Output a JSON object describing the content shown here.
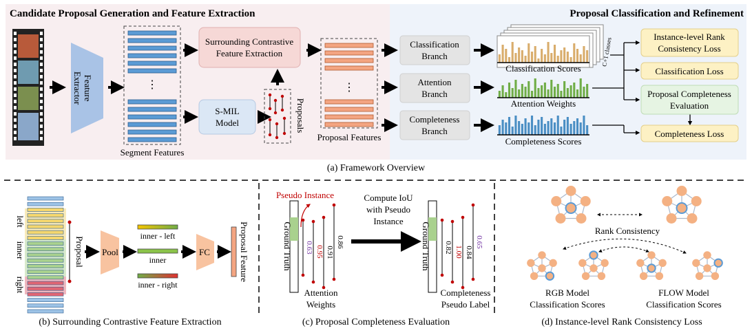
{
  "top": {
    "left_title": "Candidate Proposal Generation and Feature Extraction",
    "right_title": "Proposal Classification and Refinement",
    "feature_extractor": [
      "Feature",
      "Extractor"
    ],
    "segment_features": "Segment Features",
    "surrounding_box": [
      "Surrounding Contrastive",
      "Feature Extraction"
    ],
    "smil_box": [
      "S-MIL",
      "Model"
    ],
    "proposals": "Proposals",
    "proposal_features": "Proposal Features",
    "classification_branch": [
      "Classification",
      "Branch"
    ],
    "attention_branch": [
      "Attention",
      "Branch"
    ],
    "completeness_branch": [
      "Completeness",
      "Branch"
    ],
    "classification_scores": "Classification Scores",
    "attention_weights": "Attention Weights",
    "completeness_scores": "Completeness Scores",
    "classes_label": "C+1 classes",
    "loss_rank": [
      "Instance-level Rank",
      "Consistency Loss"
    ],
    "loss_cls": "Classification Loss",
    "pce_box": [
      "Proposal Completeness",
      "Evaluation"
    ],
    "loss_comp": "Completeness Loss",
    "caption": "(a) Framework Overview"
  },
  "panel_b": {
    "left": "left",
    "inner": "inner",
    "right": "right",
    "proposal": "Proposal",
    "pool": "Pool",
    "fc": "FC",
    "inner_left": "inner - left",
    "inner_only": "inner",
    "inner_right": "inner - right",
    "proposal_feature": "Proposal Feature",
    "caption": "(b) Surrounding Contrastive Feature Extraction"
  },
  "panel_c": {
    "pseudo_instance": "Pseudo Instance",
    "ground_truth": "Ground Truth",
    "left_values": [
      "0.63",
      "0.95",
      "0.91",
      "0.86"
    ],
    "right_values": [
      "0.82",
      "1.00",
      "0.84",
      "0.65"
    ],
    "compute": [
      "Compute IoU",
      "with Pseudo",
      "Instance"
    ],
    "attention_weights": [
      "Attention",
      "Weights"
    ],
    "completeness_label": [
      "Completeness",
      "Pseudo Label"
    ],
    "caption": "(c) Proposal Completeness Evaluation"
  },
  "panel_d": {
    "rank_consistency": "Rank Consistency",
    "rgb": [
      "RGB Model",
      "Classification Scores"
    ],
    "flow": [
      "FLOW Model",
      "Classification Scores"
    ],
    "caption": "(d) Instance-level Rank Consistency Loss"
  },
  "colors": {
    "left_bg": "#f8eef0",
    "right_bg": "#eef3fa",
    "segment_blue": "#5b9bd5",
    "proposal_orange": "#f4a582",
    "branch_gray": "#e4e4e4",
    "loss_yellow": "#fdf1c4",
    "pce_green": "#e6f4e3",
    "surround_pink": "#f6d8d6",
    "smil_blue": "#dbe7f5",
    "cls_bar": "#d9ad6c",
    "att_bar": "#70ad47",
    "comp_bar": "#4a8ec4",
    "red": "#c00000",
    "node": "#f4b183",
    "node_highlight": "#5b9bd5"
  }
}
